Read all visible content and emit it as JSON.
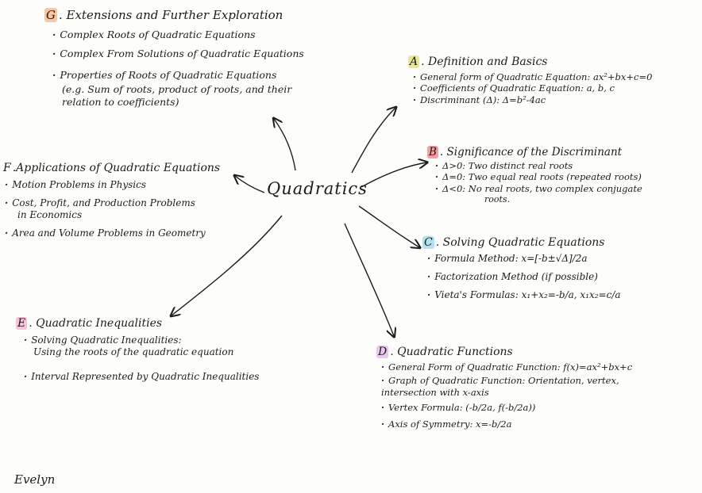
{
  "center_label": "Quadratics",
  "signature": "Evelyn",
  "colors": {
    "G": "#f6c7a2",
    "A": "#e9e59a",
    "B": "#f2a0a0",
    "C": "#b6e0ec",
    "D": "#e7c9ec",
    "E": "#f5c4da",
    "F": "#fdfdfb",
    "ink": "#1c1c1c"
  },
  "sections": {
    "G": {
      "letter": "G",
      "title": ". Extensions and Further Exploration",
      "items": [
        "Complex Roots of Quadratic Equations",
        "Complex From Solutions of Quadratic Equations",
        "Properties of Roots of Quadratic Equations"
      ],
      "note_line1": "(e.g. Sum of roots, product of roots, and their",
      "note_line2": "relation to coefficients)"
    },
    "A": {
      "letter": "A",
      "title": ". Definition and Basics",
      "items": [
        "General form of Quadratic Equation: ax²+bx+c=0",
        "Coefficients of Quadratic Equation: a, b, c",
        "Discriminant (Δ): Δ=b²-4ac"
      ]
    },
    "B": {
      "letter": "B",
      "title": ". Significance of the Discriminant",
      "items": [
        "Δ>0: Two distinct real roots",
        "Δ=0: Two equal real roots (repeated roots)",
        "Δ<0: No real roots, two complex conjugate"
      ],
      "item3_cont": "roots."
    },
    "C": {
      "letter": "C",
      "title": ". Solving Quadratic Equations",
      "items": [
        "Formula Method: x=[-b±√Δ]/2a",
        "Factorization Method (if possible)",
        "Vieta's Formulas: x₁+x₂=-b/a, x₁x₂=c/a"
      ]
    },
    "D": {
      "letter": "D",
      "title": ". Quadratic Functions",
      "items": [
        "General Form of Quadratic Function: f(x)=ax²+bx+c",
        "Graph of Quadratic Function: Orientation, vertex,",
        "Vertex Formula: (-b/2a, f(-b/2a))",
        "Axis of Symmetry: x=-b/2a"
      ],
      "item2_cont": "intersection with x-axis"
    },
    "E": {
      "letter": "E",
      "title": ". Quadratic Inequalities",
      "items": [
        "Solving Quadratic Inequalities:",
        "Interval Represented by Quadratic Inequalities"
      ],
      "item1_cont": "Using the roots of the quadratic equation"
    },
    "F": {
      "letter": "F",
      "title": ".Applications of Quadratic Equations",
      "items": [
        "Motion Problems in Physics",
        "Cost, Profit, and Production Problems",
        "Area and Volume Problems in Geometry"
      ],
      "item2_cont": "in Economics"
    }
  }
}
